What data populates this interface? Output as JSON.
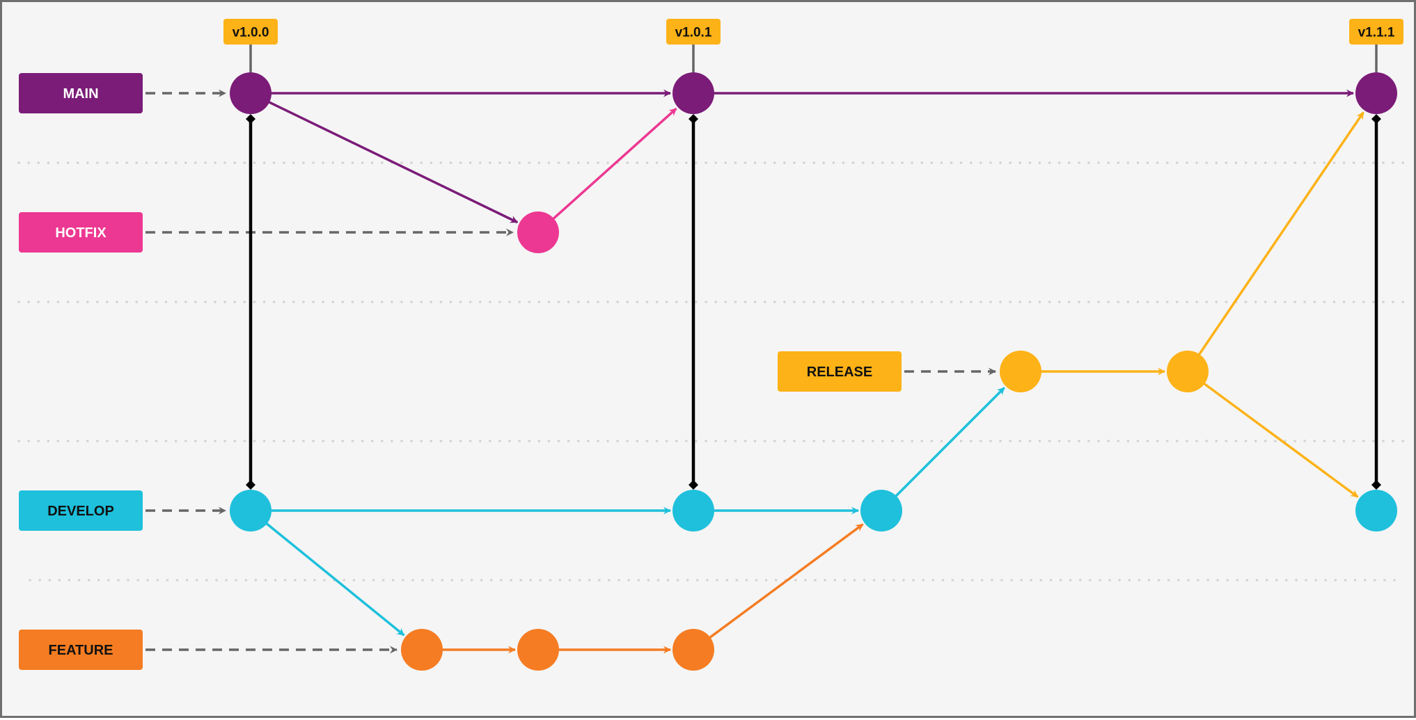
{
  "colors": {
    "main": "#7b1c78",
    "hotfix": "#ec3892",
    "release": "#fdb217",
    "develop": "#1ec0dc",
    "feature": "#f57c22",
    "sync": "#000000",
    "dashed": "#666666",
    "separator": "#d3d3d3",
    "tag_stem": "#666666"
  },
  "branches": [
    {
      "id": "main",
      "label": "MAIN",
      "text_color": "#ffffff"
    },
    {
      "id": "hotfix",
      "label": "HOTFIX",
      "text_color": "#ffffff"
    },
    {
      "id": "release",
      "label": "RELEASE",
      "text_color": "#111111"
    },
    {
      "id": "develop",
      "label": "DEVELOP",
      "text_color": "#111111"
    },
    {
      "id": "feature",
      "label": "FEATURE",
      "text_color": "#111111"
    }
  ],
  "tags": [
    {
      "id": "t1",
      "label": "v1.0.0",
      "commit": "m1"
    },
    {
      "id": "t2",
      "label": "v1.0.1",
      "commit": "m2"
    },
    {
      "id": "t3",
      "label": "v1.1.1",
      "commit": "m3"
    }
  ],
  "commits": [
    {
      "id": "m1",
      "branch": "main"
    },
    {
      "id": "m2",
      "branch": "main"
    },
    {
      "id": "m3",
      "branch": "main"
    },
    {
      "id": "h1",
      "branch": "hotfix"
    },
    {
      "id": "r1",
      "branch": "release"
    },
    {
      "id": "r2",
      "branch": "release"
    },
    {
      "id": "d1",
      "branch": "develop"
    },
    {
      "id": "d2",
      "branch": "develop"
    },
    {
      "id": "d3",
      "branch": "develop"
    },
    {
      "id": "d4",
      "branch": "develop"
    },
    {
      "id": "f1",
      "branch": "feature"
    },
    {
      "id": "f2",
      "branch": "feature"
    },
    {
      "id": "f3",
      "branch": "feature"
    }
  ],
  "edges": [
    {
      "from": "m1",
      "to": "m2",
      "branch": "main"
    },
    {
      "from": "m2",
      "to": "m3",
      "branch": "main"
    },
    {
      "from": "m1",
      "to": "h1",
      "branch": "main"
    },
    {
      "from": "h1",
      "to": "m2",
      "branch": "hotfix"
    },
    {
      "from": "d1",
      "to": "d2",
      "branch": "develop"
    },
    {
      "from": "d2",
      "to": "d3",
      "branch": "develop"
    },
    {
      "from": "d1",
      "to": "f1",
      "branch": "develop"
    },
    {
      "from": "f1",
      "to": "f2",
      "branch": "feature"
    },
    {
      "from": "f2",
      "to": "f3",
      "branch": "feature"
    },
    {
      "from": "f3",
      "to": "d3",
      "branch": "feature"
    },
    {
      "from": "d3",
      "to": "r1",
      "branch": "develop"
    },
    {
      "from": "r1",
      "to": "r2",
      "branch": "release"
    },
    {
      "from": "r2",
      "to": "m3",
      "branch": "release"
    },
    {
      "from": "r2",
      "to": "d4",
      "branch": "release"
    }
  ],
  "sync_links": [
    {
      "from": "m1",
      "to": "d1"
    },
    {
      "from": "m2",
      "to": "d2"
    },
    {
      "from": "m3",
      "to": "d4"
    }
  ],
  "branch_starts": [
    {
      "branch": "main",
      "commit": "m1"
    },
    {
      "branch": "hotfix",
      "commit": "h1"
    },
    {
      "branch": "release",
      "commit": "r1"
    },
    {
      "branch": "develop",
      "commit": "d1"
    },
    {
      "branch": "feature",
      "commit": "f1"
    }
  ]
}
